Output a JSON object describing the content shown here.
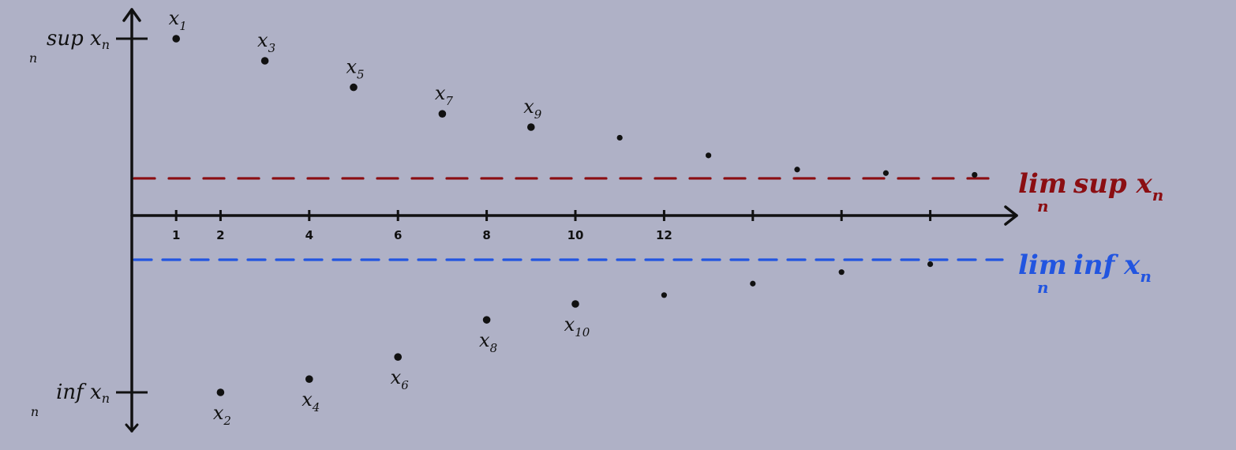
{
  "chart_data": {
    "type": "scatter",
    "title": "",
    "xlabel": "",
    "ylabel": "",
    "grid": false,
    "xlim": [
      0,
      19.8
    ],
    "ylim": [
      -2.4,
      2.2
    ],
    "x_tick_labels": [
      {
        "x": 1,
        "label": "1"
      },
      {
        "x": 2,
        "label": "2"
      },
      {
        "x": 4,
        "label": "4"
      },
      {
        "x": 6,
        "label": "6"
      },
      {
        "x": 8,
        "label": "8"
      },
      {
        "x": 10,
        "label": "10"
      },
      {
        "x": 12,
        "label": "12"
      }
    ],
    "x_ticks_unlabeled": [
      14,
      16,
      18
    ],
    "y_tick_labels": [
      {
        "y": 2.0,
        "label": "sup",
        "var": "x",
        "var_sub": "n",
        "under": "n"
      },
      {
        "y": -2.0,
        "label": "inf",
        "var": "x",
        "var_sub": "n",
        "under": "n"
      }
    ],
    "points": [
      {
        "x": 1,
        "y": 2.0,
        "label": "x",
        "sub": "1"
      },
      {
        "x": 2,
        "y": -2.0,
        "label": "x",
        "sub": "2"
      },
      {
        "x": 3,
        "y": 1.75,
        "label": "x",
        "sub": "3"
      },
      {
        "x": 4,
        "y": -1.85,
        "label": "x",
        "sub": "4"
      },
      {
        "x": 5,
        "y": 1.45,
        "label": "x",
        "sub": "5"
      },
      {
        "x": 6,
        "y": -1.6,
        "label": "x",
        "sub": "6"
      },
      {
        "x": 7,
        "y": 1.15,
        "label": "x",
        "sub": "7"
      },
      {
        "x": 8,
        "y": -1.18,
        "label": "x",
        "sub": "8"
      },
      {
        "x": 9,
        "y": 1.0,
        "label": "x",
        "sub": "9"
      },
      {
        "x": 10,
        "y": -1.0,
        "label": "x",
        "sub": "10"
      },
      {
        "x": 11,
        "y": 0.88,
        "label": "",
        "sub": ""
      },
      {
        "x": 12,
        "y": -0.9,
        "label": "",
        "sub": ""
      },
      {
        "x": 13,
        "y": 0.68,
        "label": "",
        "sub": ""
      },
      {
        "x": 14,
        "y": -0.77,
        "label": "",
        "sub": ""
      },
      {
        "x": 15,
        "y": 0.52,
        "label": "",
        "sub": ""
      },
      {
        "x": 16,
        "y": -0.64,
        "label": "",
        "sub": ""
      },
      {
        "x": 17,
        "y": 0.48,
        "label": "",
        "sub": ""
      },
      {
        "x": 18,
        "y": -0.55,
        "label": "",
        "sub": ""
      },
      {
        "x": 19,
        "y": 0.46,
        "label": "",
        "sub": ""
      }
    ],
    "reference_lines": [
      {
        "name": "limsup",
        "y": 0.42,
        "style": "dashed",
        "color": "#8b0e12",
        "label_main": "lim",
        "label_under": "n",
        "label_op": "sup",
        "label_var": "x",
        "label_var_sub": "n"
      },
      {
        "name": "liminf",
        "y": -0.5,
        "style": "dashed",
        "color": "#2255e0",
        "label_main": "lim",
        "label_under": "n",
        "label_op": "inf",
        "label_var": "x",
        "label_var_sub": "n"
      }
    ],
    "colors": {
      "axis": "#111111",
      "background": "#afb1c6"
    }
  }
}
